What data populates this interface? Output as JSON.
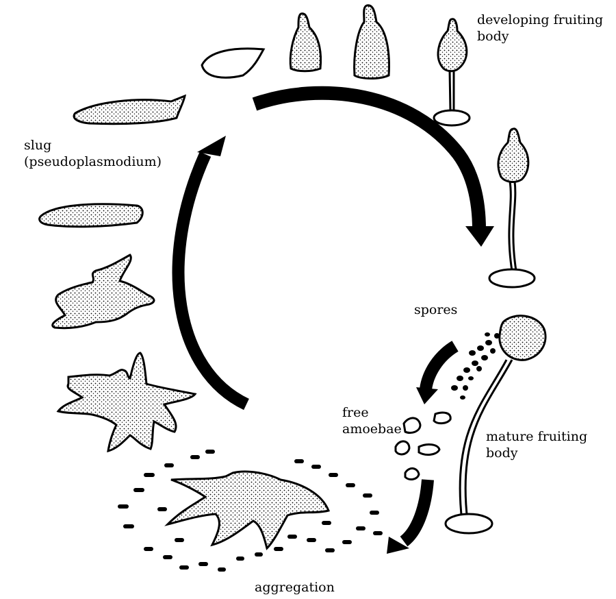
{
  "labels": {
    "developing": [
      "developing fruiting",
      "body"
    ],
    "slug": [
      "slug",
      "(pseudoplasmodium)"
    ],
    "spores": "spores",
    "free_amoebae": [
      "free",
      "amoebae"
    ],
    "mature": [
      "mature fruiting",
      "body"
    ],
    "aggregation": "aggregation"
  },
  "colors": {
    "ink": "#000000",
    "paper": "#ffffff"
  }
}
